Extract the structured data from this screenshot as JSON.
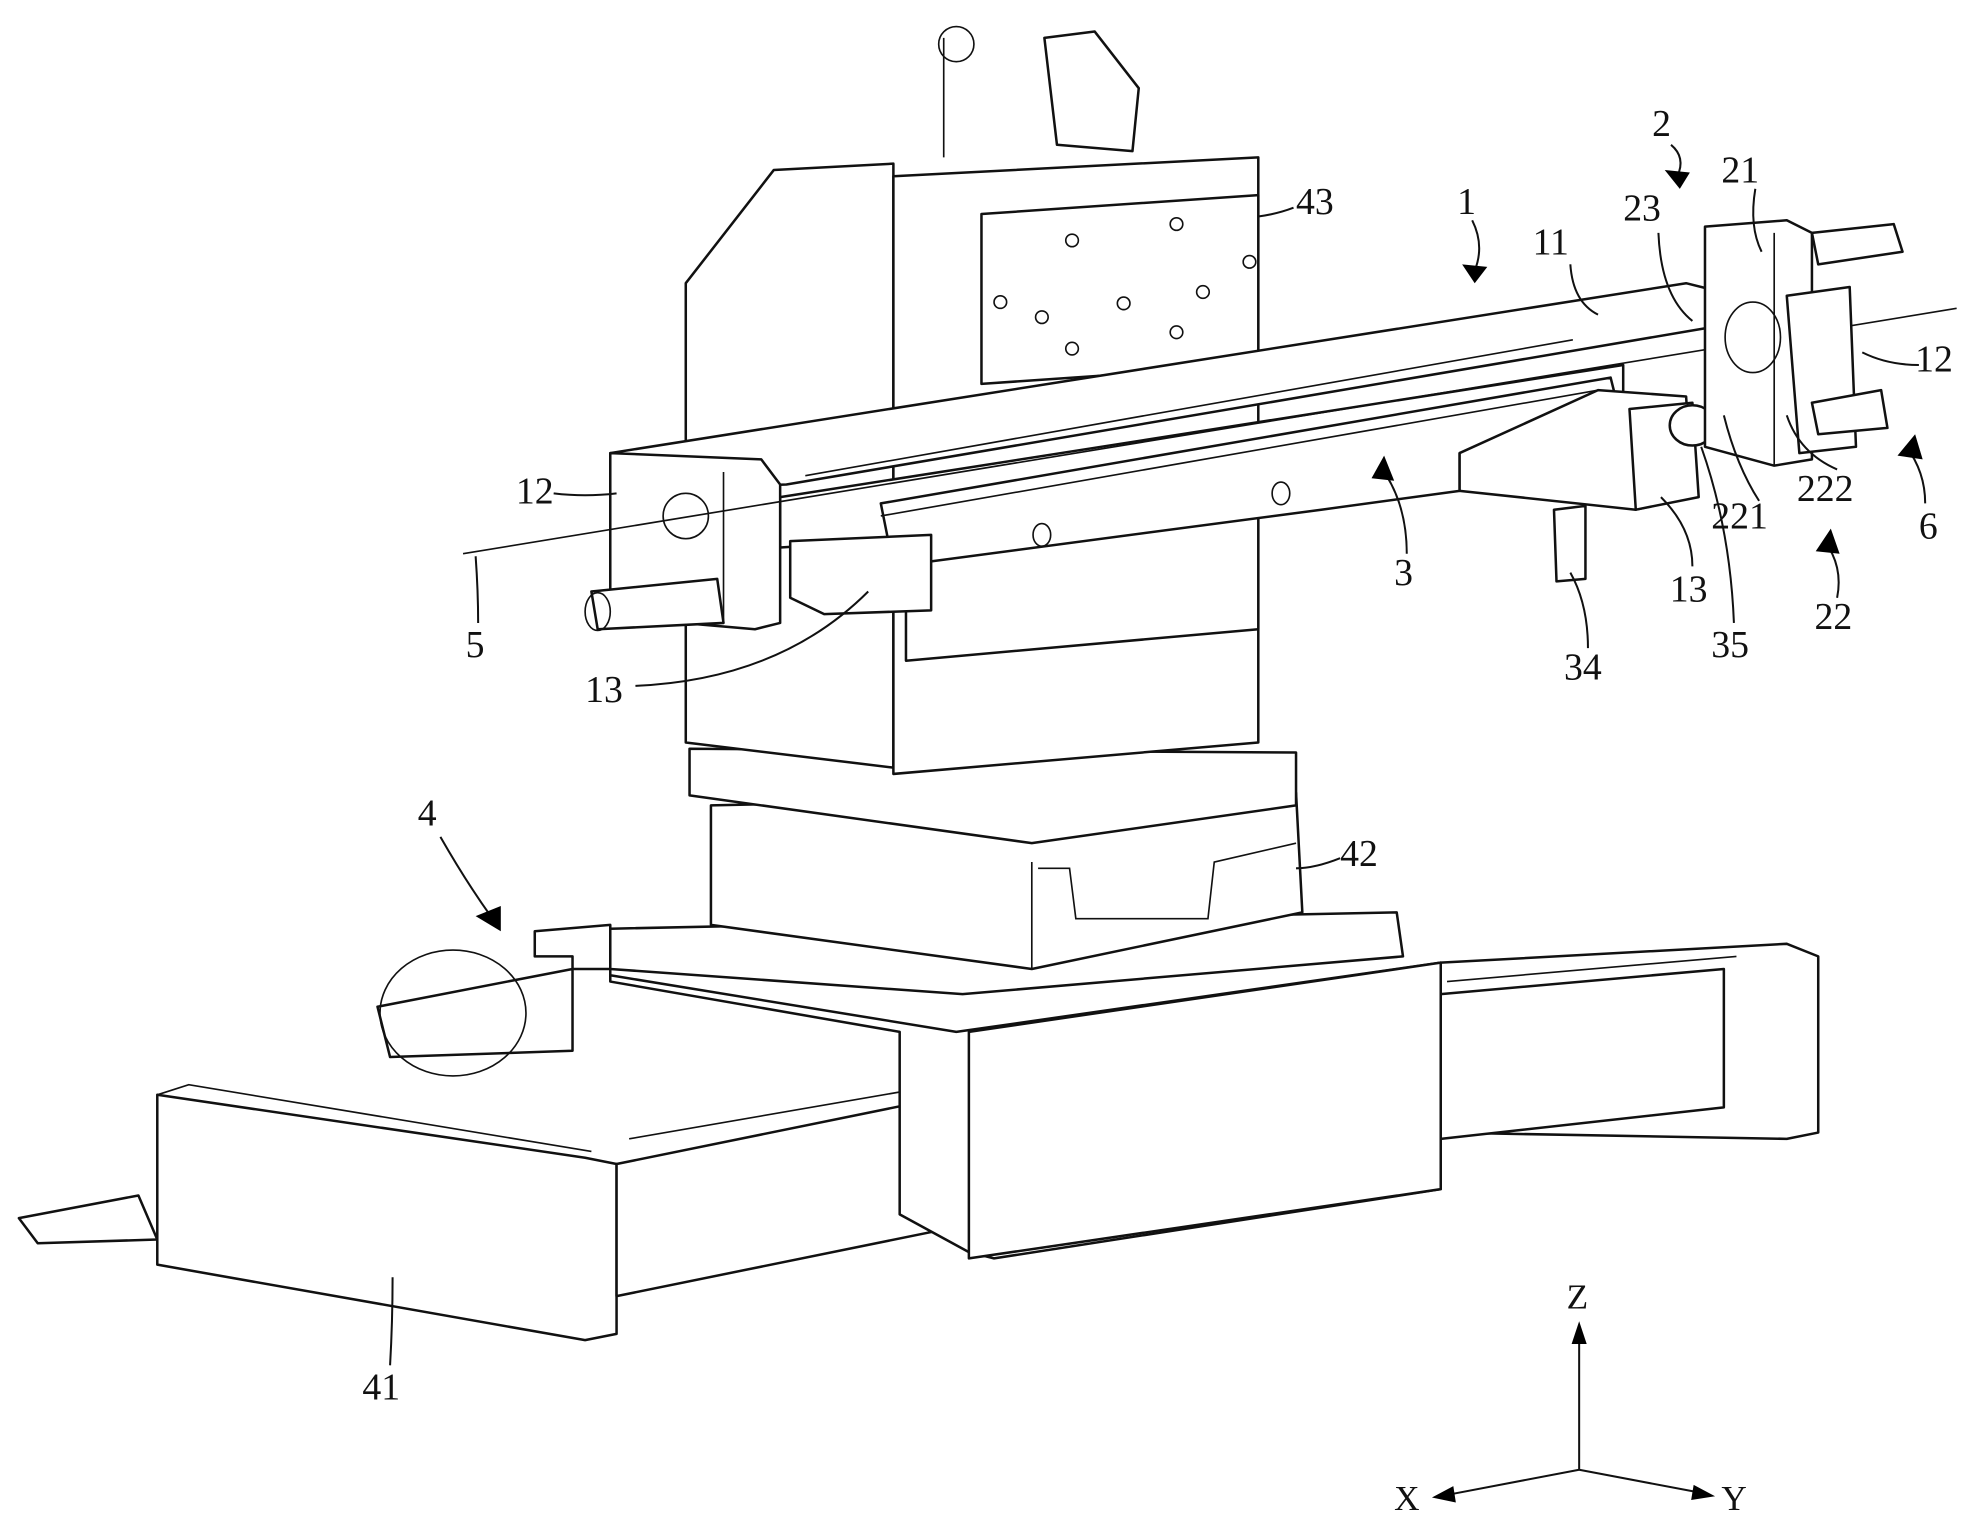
{
  "figure": {
    "labels": {
      "l1": "1",
      "l2": "2",
      "l21": "21",
      "l23": "23",
      "l11": "11",
      "l12_right": "12",
      "l222": "222",
      "l221": "221",
      "l6": "6",
      "l22": "22",
      "l35": "35",
      "l13_right": "13",
      "l34": "34",
      "l3": "3",
      "l12_left": "12",
      "l5": "5",
      "l13_left": "13",
      "l43": "43",
      "l4": "4",
      "l42": "42",
      "l41": "41"
    },
    "axes": {
      "z": "Z",
      "x": "X",
      "y": "Y"
    }
  }
}
